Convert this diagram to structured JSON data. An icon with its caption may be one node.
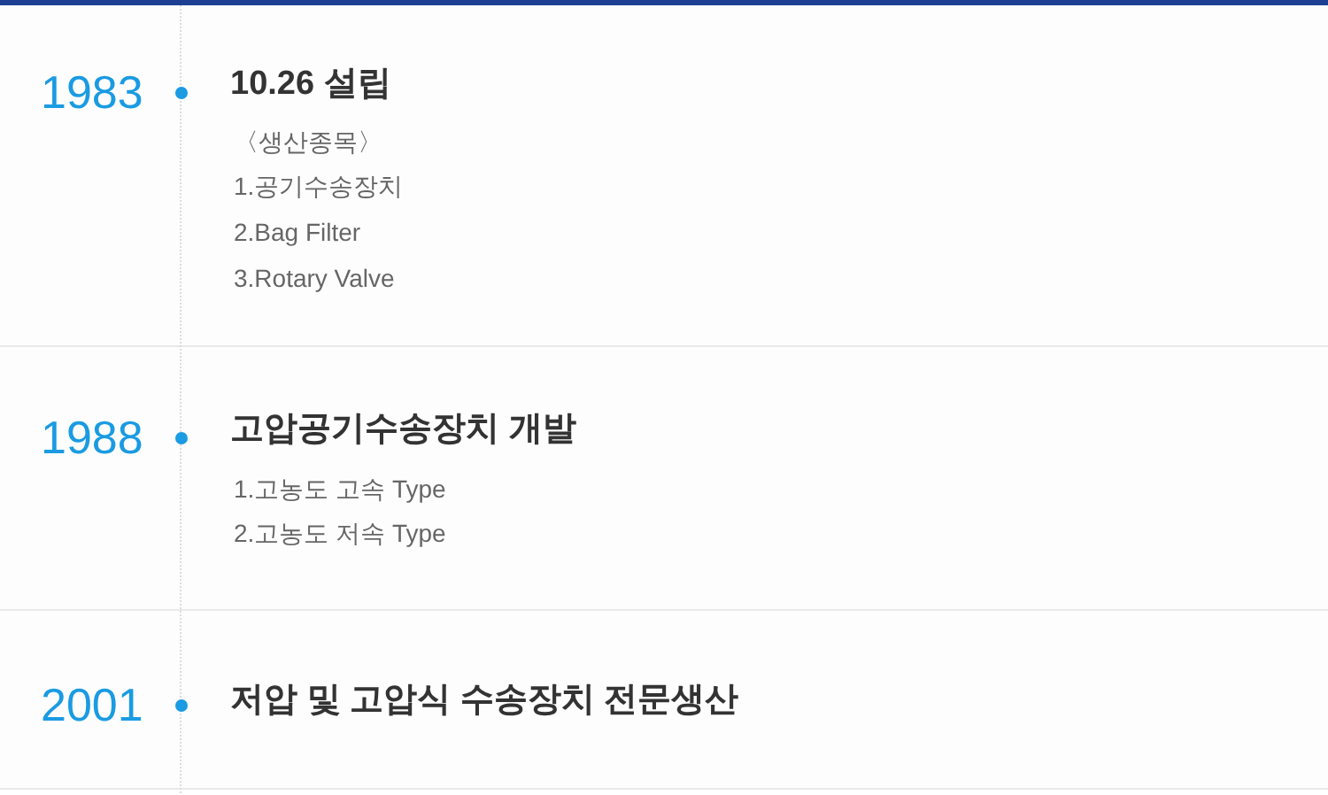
{
  "diagram": {
    "nodes": [
      {
        "text": [
          "1983",
          "10.26 설립",
          "〈생산종목〉",
          "1.공기수송장치",
          "2.Bag Filter",
          "3.Rotary Valve"
        ]
      },
      {
        "text": [
          "1988",
          "고압공기수송장치 개발",
          "1.고농도 고속 Type",
          "2.고농도 저속 Type"
        ]
      },
      {
        "text": [
          "2001",
          "저압 및 고압식 수송장치 전문생산"
        ]
      }
    ]
  }
}
